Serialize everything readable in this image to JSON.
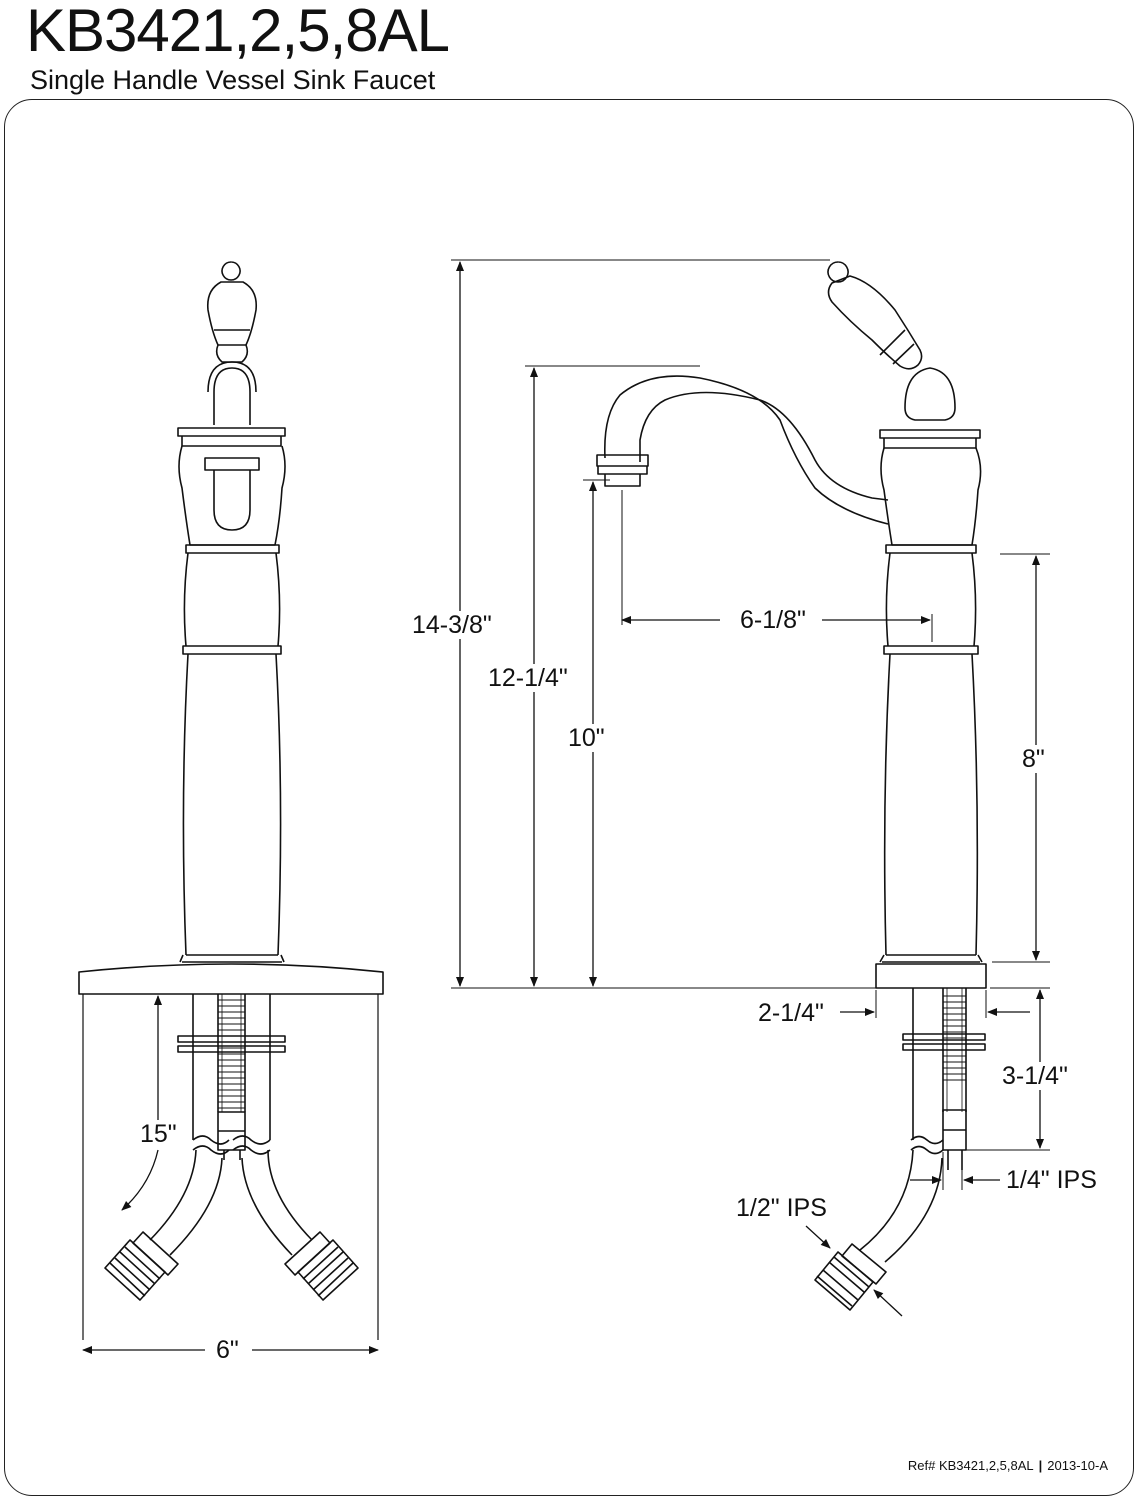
{
  "header": {
    "model": "KB3421,2,5,8AL",
    "description": "Single Handle Vessel Sink Faucet"
  },
  "dimensions": {
    "front_hose_angle": "15\"",
    "front_width": "6\"",
    "total_height": "14-3/8\"",
    "spout_height": "12-1/4\"",
    "spout_clearance": "10\"",
    "spout_reach": "6-1/8\"",
    "body_height": "8\"",
    "base_diameter": "2-1/4\"",
    "shank_length": "3-1/4\"",
    "shank_thread": "1/4\" IPS",
    "supply_thread": "1/2\" IPS"
  },
  "footer": {
    "ref": "Ref# KB3421,2,5,8AL",
    "date": "2013-10-A"
  }
}
